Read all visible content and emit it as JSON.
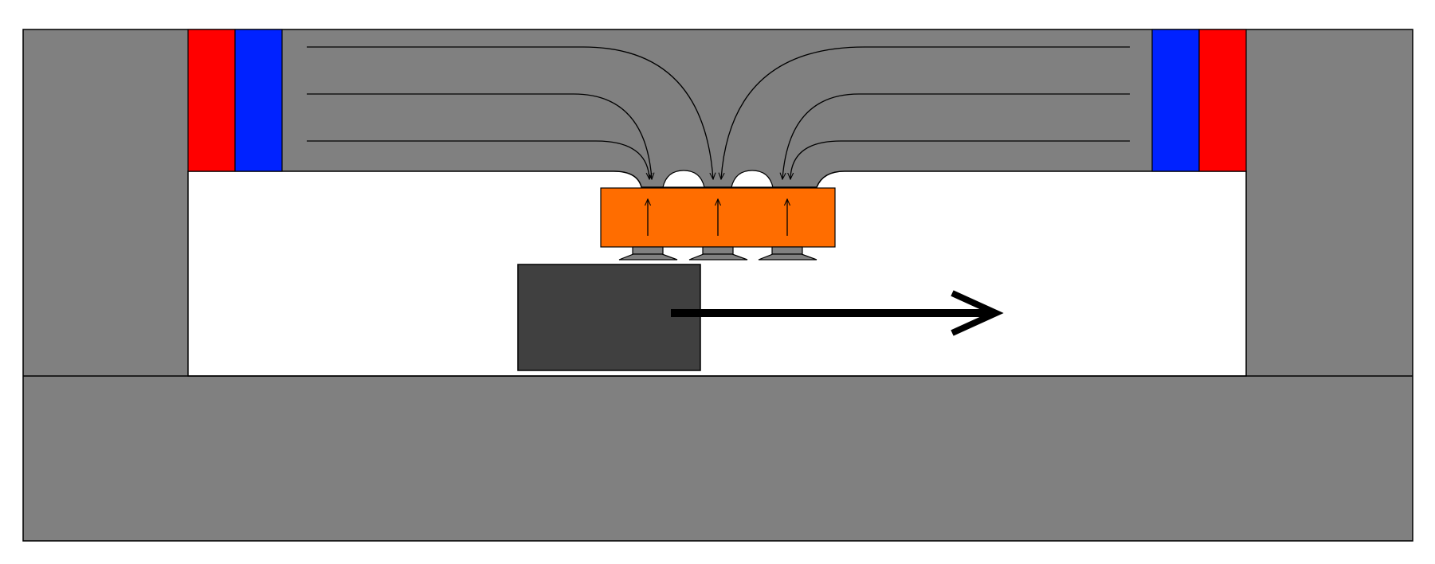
{
  "colors": {
    "background": "#ffffff",
    "housing": "#808080",
    "outline": "#000000",
    "magnet_north": "#ff0000",
    "magnet_south": "#0022ff",
    "armature": "#ff6d00",
    "workpiece": "#404040",
    "motion_arrow": "#000000"
  },
  "components": {
    "housing": "housing",
    "magnet_pairs": 2,
    "field_lines_per_side": 3,
    "armature_teeth": 3,
    "contact_pads": 3,
    "workpiece": "workpiece",
    "motion_direction": "right"
  }
}
